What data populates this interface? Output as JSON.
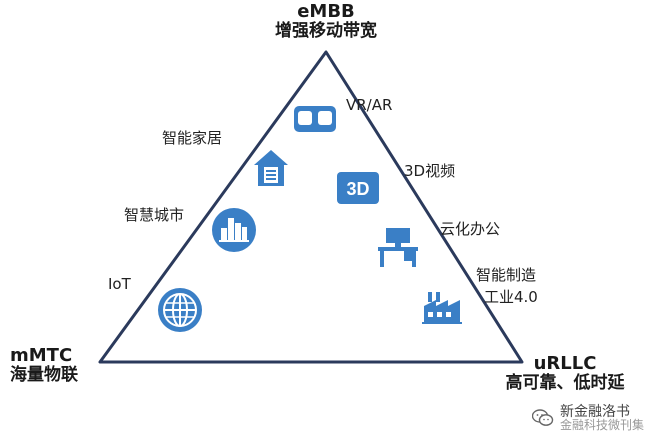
{
  "vertices": {
    "top": {
      "line1": "eMBB",
      "line2": "增强移动带宽"
    },
    "left": {
      "line1": "mMTC",
      "line2": "海量物联"
    },
    "right": {
      "line1": "uRLLC",
      "line2": "高可靠、低时延"
    }
  },
  "applications": [
    {
      "id": "vr",
      "label": "VR/AR",
      "icon": "vr-glasses-icon"
    },
    {
      "id": "home",
      "label": "智能家居",
      "icon": "smart-home-icon"
    },
    {
      "id": "video",
      "label": "3D视频",
      "icon": "3d-video-icon"
    },
    {
      "id": "city",
      "label": "智慧城市",
      "icon": "smart-city-icon"
    },
    {
      "id": "cloud",
      "label": "云化办公",
      "icon": "cloud-office-desk-icon"
    },
    {
      "id": "iot",
      "label": "IoT",
      "icon": "globe-icon"
    },
    {
      "id": "mfg",
      "label": "智能制造",
      "label2": "工业4.0",
      "icon": "factory-icon"
    }
  ],
  "watermark": {
    "text": "新金融洛书",
    "text2": "金融科技微刊集"
  },
  "colors": {
    "triangle": "#2b3a5c",
    "icon": "#3a7fc6",
    "text": "#1a1a1a"
  }
}
